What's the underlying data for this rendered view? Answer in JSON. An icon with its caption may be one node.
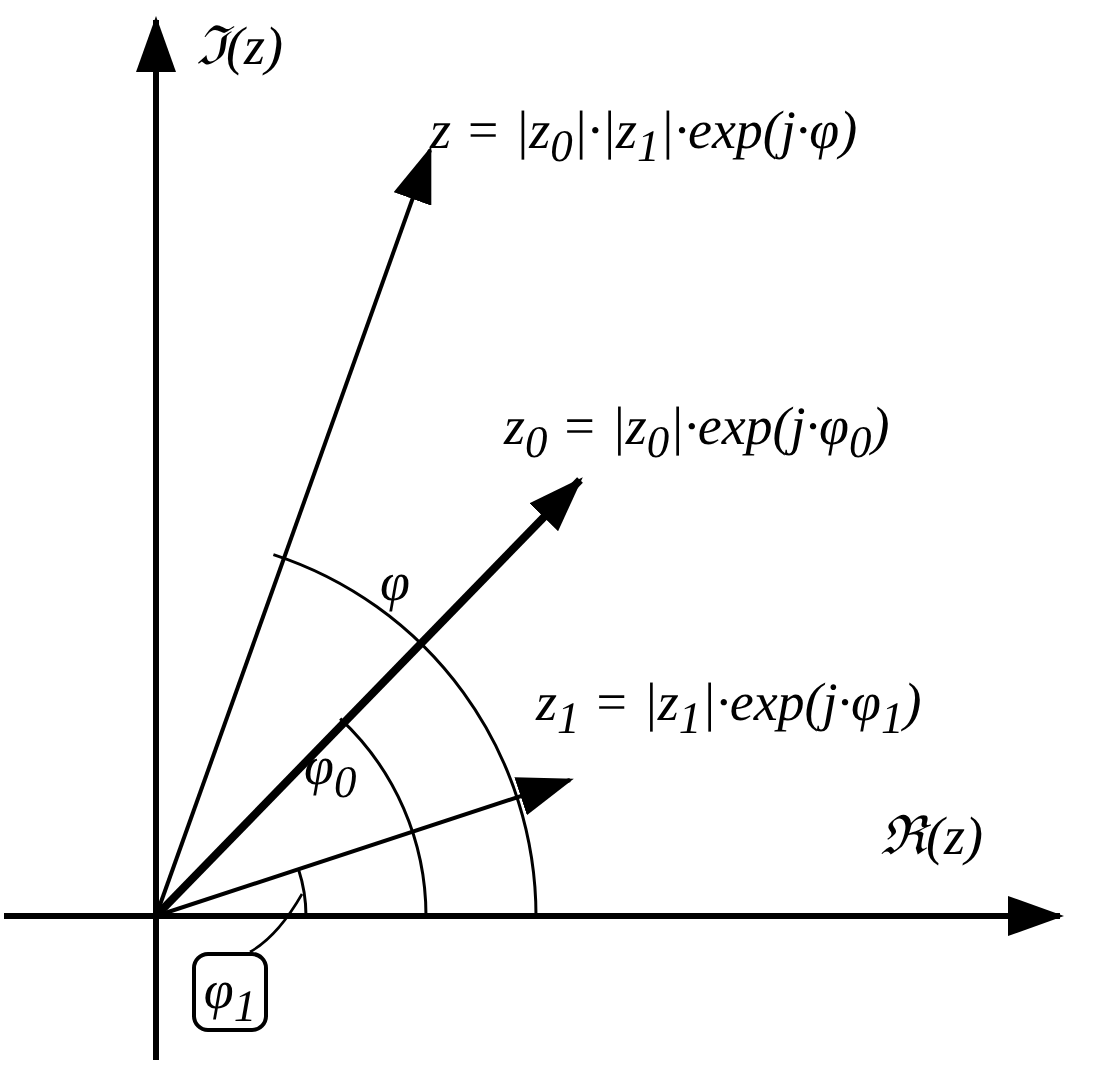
{
  "diagram": {
    "nodes": [
      {
        "text": [
          "φ$_{1}$"
        ]
      },
      {
        "text": [],
        "shape": "arc"
      }
    ],
    "edges": [
      {
        "from": 0,
        "to": 1,
        "arrow": "none"
      }
    ],
    "labels": [
      "ℑ(z)",
      "z = |z$_{0}$|·|z$_{1}$|·exp(j·φ)",
      "z$_{0}$ = |z$_{0}$|·exp(j·φ$_{0}$)",
      "φ",
      "z$_{1}$ = |z$_{1}$|·exp(j·φ$_{1}$)",
      "φ$_{0}$",
      "ℜ(z)"
    ]
  }
}
